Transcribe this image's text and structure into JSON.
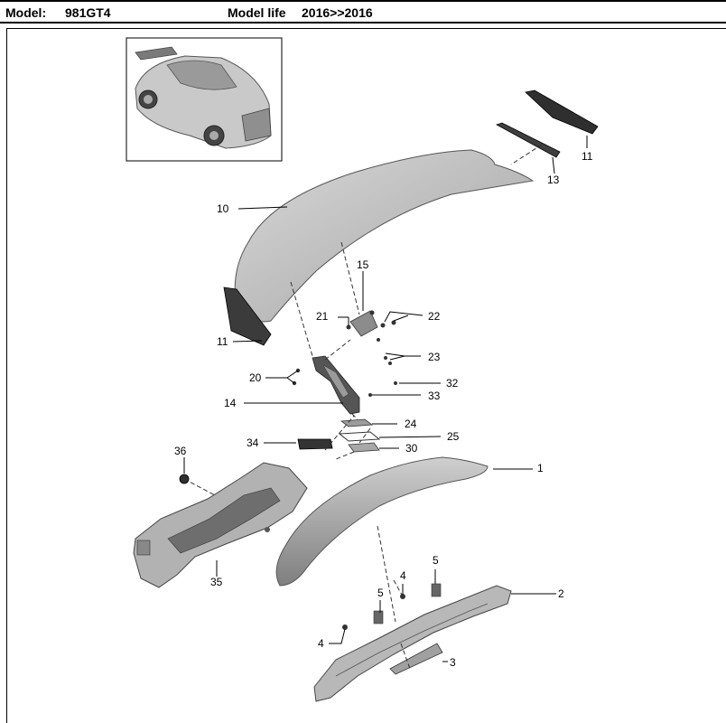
{
  "header": {
    "model_label": "Model:",
    "model_value": "981GT4",
    "life_label": "Model life",
    "life_value": "2016>>2016"
  },
  "callouts": [
    "1",
    "2",
    "3",
    "4",
    "4",
    "5",
    "5",
    "10",
    "11",
    "11",
    "13",
    "14",
    "15",
    "20",
    "21",
    "22",
    "23",
    "24",
    "25",
    "30",
    "32",
    "33",
    "34",
    "35",
    "36"
  ],
  "colors": {
    "part_fill": "#bdbdbd",
    "part_dark": "#3a3a3a",
    "line": "#000000"
  }
}
